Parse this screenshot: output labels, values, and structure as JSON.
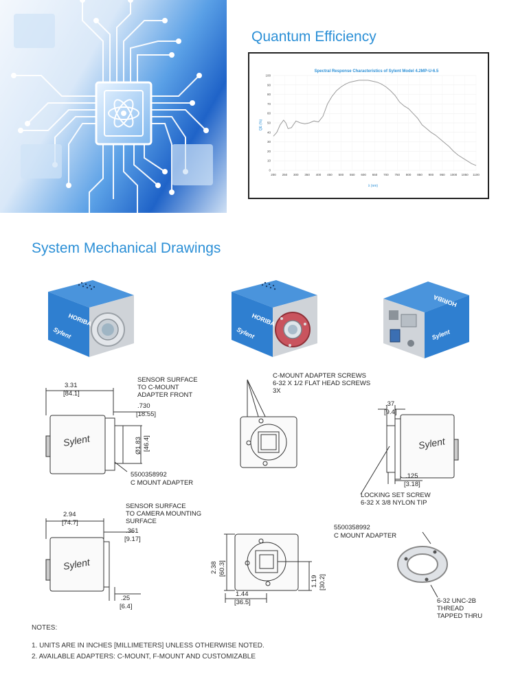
{
  "sections": {
    "quantum_title": "Quantum Efficiency",
    "mechanical_title": "System Mechanical Drawings"
  },
  "colors": {
    "accent": "#2b8fd6",
    "camera_blue": "#2f7fd0",
    "adapter_red": "#c9545e",
    "curve": "#9a9a9a"
  },
  "icons": {
    "hero": "circuit-chip-atom-icon"
  },
  "cameras": [
    {
      "brand": "HORIBA",
      "model": "Sylent"
    },
    {
      "brand": "HORIBA",
      "model": "Sylent"
    },
    {
      "brand": "HORIBA",
      "model": "Sylent"
    }
  ],
  "chart_data": {
    "type": "line",
    "title": "Spectral Response Characteristics of Sylent Model 4.2MP-U-6.5",
    "xlabel": "λ (nm)",
    "ylabel": "QE (%)",
    "xlim": [
      200,
      1100
    ],
    "ylim": [
      0,
      100
    ],
    "xticks": [
      200,
      250,
      300,
      350,
      400,
      450,
      500,
      550,
      600,
      650,
      700,
      750,
      800,
      850,
      900,
      950,
      1000,
      1050,
      1100
    ],
    "yticks": [
      0,
      10,
      20,
      30,
      40,
      50,
      60,
      70,
      80,
      90,
      100
    ],
    "grid": true,
    "series": [
      {
        "x": [
          200,
          215,
          230,
          245,
          255,
          265,
          280,
          300,
          320,
          340,
          360,
          380,
          400,
          420,
          440,
          460,
          480,
          500,
          520,
          540,
          560,
          580,
          600,
          620,
          640,
          660,
          680,
          700,
          720,
          740,
          760,
          780,
          800,
          820,
          840,
          860,
          880,
          900,
          920,
          940,
          960,
          980,
          1000,
          1020,
          1040,
          1060,
          1080,
          1100
        ],
        "y": [
          36,
          40,
          48,
          53,
          50,
          44,
          45,
          52,
          50,
          49,
          50,
          52,
          51,
          57,
          70,
          78,
          84,
          88,
          91,
          93,
          94,
          95,
          95,
          95,
          94,
          93,
          91,
          88,
          84,
          79,
          72,
          68,
          65,
          60,
          55,
          48,
          44,
          40,
          37,
          33,
          29,
          25,
          20,
          16,
          13,
          10,
          7,
          5
        ]
      }
    ]
  },
  "drawings": {
    "side1": {
      "width_in": "3.31",
      "width_mm": "[84.1]",
      "flange_in": ".730",
      "flange_mm": "[18.55]",
      "diam_in": "Ø1.83",
      "diam_mm": "[46.4]",
      "callout1": [
        "SENSOR SURFACE",
        "TO C-MOUNT",
        "ADAPTER FRONT"
      ],
      "part": "5500358992",
      "part_label": "C MOUNT ADAPTER"
    },
    "front1": {
      "callout": [
        "C-MOUNT ADAPTER SCREWS",
        "6-32 X 1/2 FLAT HEAD SCREWS",
        "3X"
      ]
    },
    "side2": {
      "gap_in": ".37",
      "gap_mm": "[9.4]",
      "tip_in": ".125",
      "tip_mm": "[3.18]",
      "callout": [
        "LOCKING SET SCREW",
        "6-32 X 3/8 NYLON TIP"
      ]
    },
    "side3": {
      "width_in": "2.94",
      "width_mm": "[74.7]",
      "flange_in": ".361",
      "flange_mm": "[9.17]",
      "foot_in": ".25",
      "foot_mm": "[6.4]",
      "callout": [
        "SENSOR SURFACE",
        "TO CAMERA MOUNTING",
        "SURFACE"
      ]
    },
    "front2": {
      "h_in": "2.38",
      "h_mm": "[60.3]",
      "w_in": "1.44",
      "w_mm": "[36.5]",
      "c_in": "1.19",
      "c_mm": "[30.2]"
    },
    "adapter": {
      "part": "5500358992",
      "part_label": "C MOUNT ADAPTER",
      "callout": [
        "6-32 UNC-2B",
        "THREAD",
        "TAPPED THRU"
      ]
    }
  },
  "notes": {
    "heading": "NOTES:",
    "items": [
      "1. UNITS ARE IN INCHES [MILLIMETERS] UNLESS OTHERWISE NOTED.",
      "2. AVAILABLE ADAPTERS: C-MOUNT, F-MOUNT AND CUSTOMIZABLE"
    ]
  }
}
